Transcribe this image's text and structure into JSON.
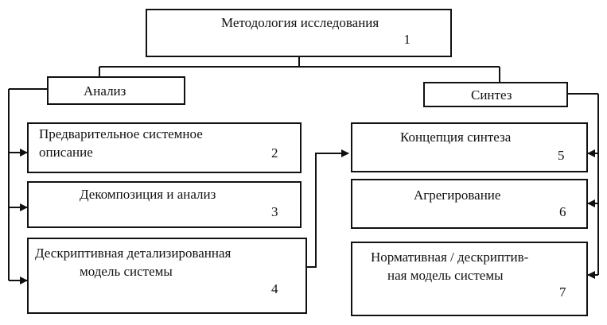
{
  "top": {
    "label": "Методология исследования",
    "number": "1"
  },
  "analysis": {
    "label": "Анализ"
  },
  "synthesis": {
    "label": "Синтез"
  },
  "left_items": [
    {
      "line1": "Предварительное системное",
      "line2": "описание",
      "number": "2"
    },
    {
      "line1": "Декомпозиция и анализ",
      "number": "3"
    },
    {
      "line1": "Дескриптивная детализированная",
      "line2": "модель системы",
      "number": "4"
    }
  ],
  "right_items": [
    {
      "line1": "Концепция синтеза",
      "number": "5"
    },
    {
      "line1": "Агрегирование",
      "number": "6"
    },
    {
      "line1": "Нормативная / дескриптив-",
      "line2": "ная модель системы",
      "number": "7"
    }
  ]
}
